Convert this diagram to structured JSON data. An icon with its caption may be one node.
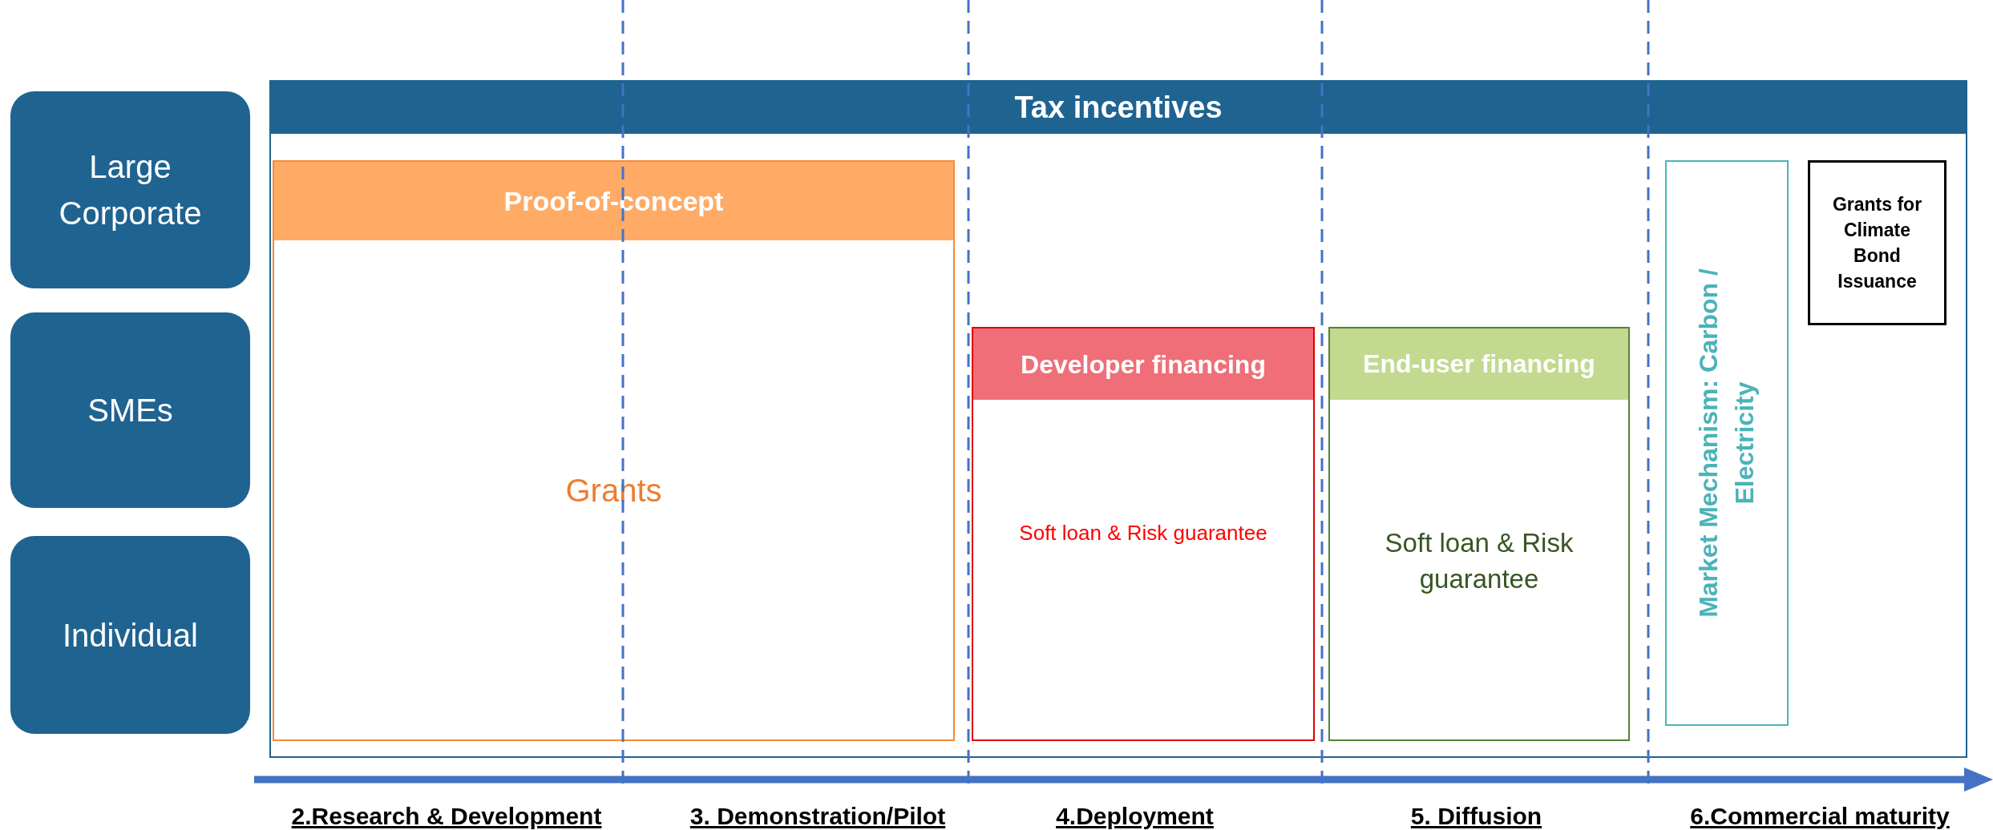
{
  "diagram": {
    "nodes": [
      {
        "text": [
          "Large Corporate"
        ]
      },
      {
        "text": [
          "SMEs"
        ]
      },
      {
        "text": [
          "Individual"
        ]
      },
      {
        "text": [
          "Tax incentives"
        ]
      },
      {
        "text": [
          "Proof-of-concept",
          "Grants"
        ],
        "in": 3
      },
      {
        "text": [
          "Developer financing",
          "Soft loan & Risk guarantee"
        ],
        "in": 3
      },
      {
        "text": [
          "End-user financing",
          "Soft loan & Risk guarantee"
        ],
        "in": 3
      },
      {
        "text": [
          "Market Mechanism: Carbon / Electricity"
        ],
        "in": 3
      },
      {
        "text": [
          "Grants for Climate Bond Issuance"
        ],
        "in": 3
      }
    ],
    "edges": [],
    "labels": [
      "2.Research & Development",
      "3. Demonstration/Pilot",
      "4.Deployment",
      "5. Diffusion",
      "6.Commercial maturity"
    ]
  }
}
